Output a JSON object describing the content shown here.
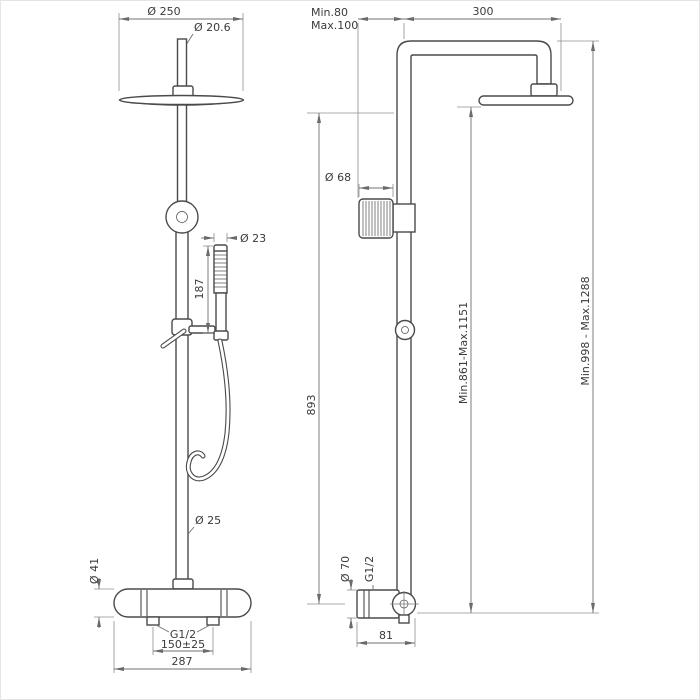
{
  "front_view": {
    "head_diameter": "Ø 250",
    "arm_pipe_diameter": "Ø 20.6",
    "handshower_diameter": "Ø 23",
    "handshower_length": "187",
    "riser_diameter": "Ø 25",
    "valve_body_diameter": "Ø 41",
    "connection_thread": "G1/2",
    "inlet_spacing": "150±25",
    "valve_width": "287"
  },
  "side_view": {
    "wall_offset_min": "Min.80",
    "wall_offset_max": "Max.100",
    "arm_reach": "300",
    "bracket_diameter": "Ø 68",
    "riser_length": "893",
    "height_head_min_max": "Min.861-Max.1151",
    "height_total_min_max": "Min.998 - Max.1288",
    "valve_diameter": "Ø 70",
    "inlet_thread": "G1/2",
    "valve_depth": "81"
  },
  "colors": {
    "part_line": "#4a4a4a",
    "dimension_line": "#707070",
    "text": "#3a3a3a",
    "background": "#ffffff"
  }
}
